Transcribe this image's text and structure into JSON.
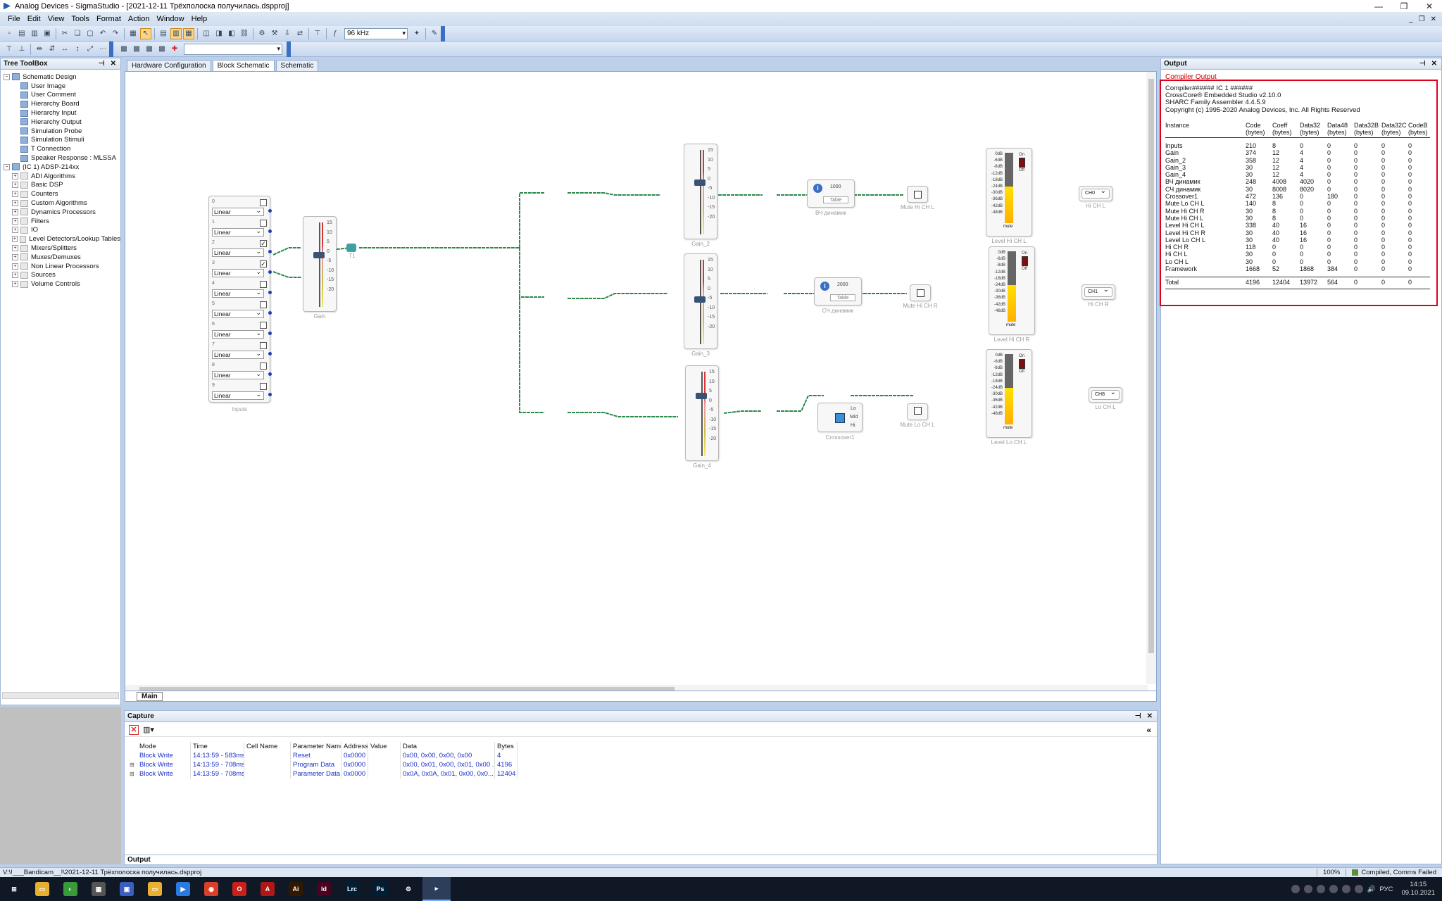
{
  "window": {
    "title": "Analog Devices - SigmaStudio - [2021-12-11 Трёхполоска получилась.dspproj]"
  },
  "menu": [
    "File",
    "Edit",
    "View",
    "Tools",
    "Format",
    "Action",
    "Window",
    "Help"
  ],
  "toolbar": {
    "sample_rate": "96 kHz"
  },
  "tree": {
    "title": "Tree ToolBox",
    "items": [
      {
        "label": "Schematic Design",
        "level": 0,
        "exp": "−"
      },
      {
        "label": "User Image",
        "level": 1
      },
      {
        "label": "User Comment",
        "level": 1
      },
      {
        "label": "Hierarchy Board",
        "level": 1
      },
      {
        "label": "Hierarchy Input",
        "level": 1
      },
      {
        "label": "Hierarchy Output",
        "level": 1
      },
      {
        "label": "Simulation Probe",
        "level": 1
      },
      {
        "label": "Simulation Stimuli",
        "level": 1
      },
      {
        "label": "T Connection",
        "level": 1
      },
      {
        "label": "Speaker Response : MLSSA",
        "level": 1
      },
      {
        "label": "(IC 1) ADSP-214xx",
        "level": 0,
        "exp": "−"
      },
      {
        "label": "ADI Algorithms",
        "level": 1,
        "exp": "+"
      },
      {
        "label": "Basic DSP",
        "level": 1,
        "exp": "+"
      },
      {
        "label": "Counters",
        "level": 1,
        "exp": "+"
      },
      {
        "label": "Custom Algorithms",
        "level": 1,
        "exp": "+"
      },
      {
        "label": "Dynamics Processors",
        "level": 1,
        "exp": "+"
      },
      {
        "label": "Filters",
        "level": 1,
        "exp": "+"
      },
      {
        "label": "IO",
        "level": 1,
        "exp": "+"
      },
      {
        "label": "Level Detectors/Lookup Tables",
        "level": 1,
        "exp": "+"
      },
      {
        "label": "Mixers/Splitters",
        "level": 1,
        "exp": "+"
      },
      {
        "label": "Muxes/Demuxes",
        "level": 1,
        "exp": "+"
      },
      {
        "label": "Non Linear Processors",
        "level": 1,
        "exp": "+"
      },
      {
        "label": "Sources",
        "level": 1,
        "exp": "+"
      },
      {
        "label": "Volume Controls",
        "level": 1,
        "exp": "+"
      }
    ]
  },
  "doc_tabs": [
    "Hardware Configuration",
    "Block Schematic",
    "Schematic"
  ],
  "sheet_tab": "Main",
  "schematic": {
    "inputs": {
      "label": "Inputs",
      "channels": [
        {
          "num": "0",
          "mode": "Linear",
          "checked": false
        },
        {
          "num": "1",
          "mode": "Linear",
          "checked": false
        },
        {
          "num": "2",
          "mode": "Linear",
          "checked": true
        },
        {
          "num": "3",
          "mode": "Linear",
          "checked": true
        },
        {
          "num": "4",
          "mode": "Linear",
          "checked": false
        },
        {
          "num": "5",
          "mode": "Linear",
          "checked": false
        },
        {
          "num": "6",
          "mode": "Linear",
          "checked": false
        },
        {
          "num": "7",
          "mode": "Linear",
          "checked": false
        },
        {
          "num": "8",
          "mode": "Linear",
          "checked": false
        },
        {
          "num": "9",
          "mode": "Linear",
          "checked": false
        }
      ]
    },
    "gain_scale": [
      "15",
      "10",
      "5",
      "0",
      "-5",
      "-10",
      "-15",
      "-20"
    ],
    "gain_label": "Gain",
    "t1_label": "T1",
    "gain2_label": "Gain_2",
    "gain3_label": "Gain_3",
    "gain4_label": "Gain_4",
    "hp_value": "1000",
    "hp_label": "ВЧ динамик",
    "bp_value": "2000",
    "bp_label": "СЧ динамик",
    "table_btn": "Table",
    "crossover_label": "Crossover1",
    "crossover_ports": [
      "Lo",
      "Mid",
      "Hi"
    ],
    "mute1": "Mute Hi CH L",
    "mute2": "Mute Hi CH R",
    "mute3": "Mute Lo CH L",
    "meter_scale": [
      "0dB",
      "-6dB",
      "-8dB",
      "-12dB",
      "-18dB",
      "-24dB",
      "-30dB",
      "-36dB",
      "-42dB",
      "-48dB"
    ],
    "meter_unit": "mute",
    "on_label": "On",
    "off_label": "Off",
    "level1": "Level Hi CH L",
    "level2": "Level Hi CH R",
    "level3": "Level Lo CH L",
    "out1_sel": "CH0",
    "out1_label": "Hi CH L",
    "out2_sel": "CH1",
    "out2_label": "Hi CH R",
    "out3_sel": "CH8",
    "out3_label": "Lo CH L"
  },
  "output": {
    "title": "Output",
    "subtitle": "Compiler Output",
    "lines": [
      "Compiler###### IC 1 ######",
      "CrossCore® Embedded Studio v2.10.0",
      "SHARC Family Assembler 4.4.5.9",
      "Copyright (c) 1995-2020 Analog Devices, Inc. All Rights Reserved"
    ],
    "headers": [
      [
        "Instance",
        ""
      ],
      [
        "Code",
        "(bytes)"
      ],
      [
        "Coeff",
        "(bytes)"
      ],
      [
        "Data32",
        "(bytes)"
      ],
      [
        "Data48",
        "(bytes)"
      ],
      [
        "Data32B",
        "(bytes)"
      ],
      [
        "Data32C",
        "(bytes)"
      ],
      [
        "CodeB",
        "(bytes)"
      ]
    ],
    "rows": [
      [
        "Inputs",
        "210",
        "8",
        "0",
        "0",
        "0",
        "0",
        "0"
      ],
      [
        "Gain",
        "374",
        "12",
        "4",
        "0",
        "0",
        "0",
        "0"
      ],
      [
        "Gain_2",
        "358",
        "12",
        "4",
        "0",
        "0",
        "0",
        "0"
      ],
      [
        "Gain_3",
        "30",
        "12",
        "4",
        "0",
        "0",
        "0",
        "0"
      ],
      [
        "Gain_4",
        "30",
        "12",
        "4",
        "0",
        "0",
        "0",
        "0"
      ],
      [
        "ВЧ динамик",
        "248",
        "4008",
        "4020",
        "0",
        "0",
        "0",
        "0"
      ],
      [
        "СЧ динамик",
        "30",
        "8008",
        "8020",
        "0",
        "0",
        "0",
        "0"
      ],
      [
        "Crossover1",
        "472",
        "136",
        "0",
        "180",
        "0",
        "0",
        "0"
      ],
      [
        "Mute Lo CH L",
        "140",
        "8",
        "0",
        "0",
        "0",
        "0",
        "0"
      ],
      [
        "Mute Hi CH R",
        "30",
        "8",
        "0",
        "0",
        "0",
        "0",
        "0"
      ],
      [
        "Mute Hi CH L",
        "30",
        "8",
        "0",
        "0",
        "0",
        "0",
        "0"
      ],
      [
        "Level Hi CH L",
        "338",
        "40",
        "16",
        "0",
        "0",
        "0",
        "0"
      ],
      [
        "Level Hi CH R",
        "30",
        "40",
        "16",
        "0",
        "0",
        "0",
        "0"
      ],
      [
        "Level Lo CH L",
        "30",
        "40",
        "16",
        "0",
        "0",
        "0",
        "0"
      ],
      [
        "Hi CH R",
        "118",
        "0",
        "0",
        "0",
        "0",
        "0",
        "0"
      ],
      [
        "Hi CH L",
        "30",
        "0",
        "0",
        "0",
        "0",
        "0",
        "0"
      ],
      [
        "Lo CH L",
        "30",
        "0",
        "0",
        "0",
        "0",
        "0",
        "0"
      ],
      [
        "Framework",
        "1668",
        "52",
        "1868",
        "384",
        "0",
        "0",
        "0"
      ]
    ],
    "total": [
      "Total",
      "4196",
      "12404",
      "13972",
      "564",
      "0",
      "0",
      "0"
    ]
  },
  "capture": {
    "title": "Capture",
    "columns": [
      "Mode",
      "Time",
      "Cell Name",
      "Parameter Name",
      "Address",
      "Value",
      "Data",
      "Bytes"
    ],
    "rows": [
      {
        "exp": "",
        "cells": [
          "Block Write",
          "14:13:59 - 583ms",
          "",
          "Reset",
          "0x0000",
          "",
          "0x00, 0x00, 0x00, 0x00",
          "4"
        ]
      },
      {
        "exp": "⊞",
        "cells": [
          "Block Write",
          "14:13:59 - 708ms",
          "",
          "Program Data",
          "0x0000",
          "",
          "0x00, 0x01, 0x00, 0x01, 0x00 ...",
          "4196"
        ]
      },
      {
        "exp": "⊞",
        "cells": [
          "Block Write",
          "14:13:59 - 708ms",
          "",
          "Parameter Data",
          "0x0000",
          "",
          "0x0A, 0x0A, 0x01, 0x00, 0x0...",
          "12404"
        ]
      }
    ],
    "bottom_tab": "Output"
  },
  "status": {
    "path": "V:\\!___Bandicam__!\\2021-12-11 Трёхполоска получилась.dspproj",
    "zoom": "100%",
    "state": "Compiled, Comms Failed"
  },
  "taskbar": {
    "apps": [
      "start",
      "explorer-folder",
      "app-green",
      "calculator",
      "save-disk",
      "file-manager",
      "media-play",
      "chrome",
      "opera",
      "acrobat",
      "illustrator",
      "indesign",
      "lightroom",
      "photoshop",
      "settings",
      "sigmastudio"
    ],
    "app_text": {
      "illustrator": "Ai",
      "indesign": "Id",
      "lightroom": "Lrc",
      "photoshop": "Ps"
    },
    "lang": "РУС",
    "time": "14:15",
    "date": "09.10.2021"
  },
  "colors": {
    "accent": "#3a6fc1",
    "wire": "#2a8a4a",
    "highlight": "#e0001b",
    "capture_text": "#1a2fc7"
  }
}
